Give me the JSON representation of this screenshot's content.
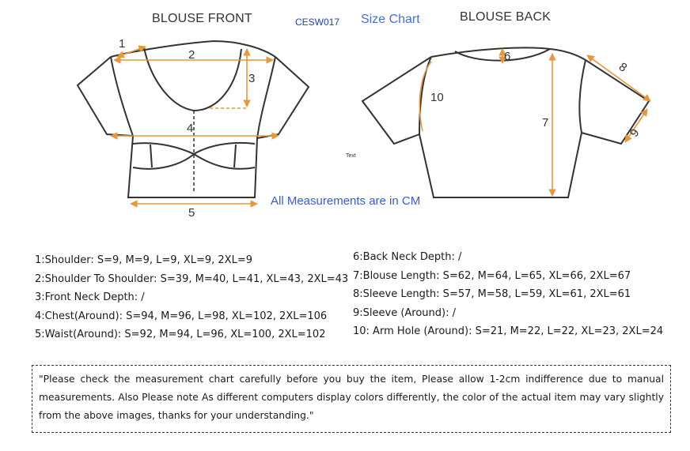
{
  "front_title": "BLOUSE FRONT",
  "back_title": "BLOUSE BACK",
  "product_code": "CESW017",
  "size_chart_label": "Size Chart",
  "units_note": "All Measurements are in CM",
  "tiny_label": "Text",
  "callouts": {
    "front": [
      "1",
      "2",
      "3",
      "4",
      "5"
    ],
    "back": [
      "6",
      "7",
      "8",
      "9",
      "10"
    ]
  },
  "measurements_left": [
    "1:Shoulder: S=9, M=9, L=9, XL=9, 2XL=9",
    "2:Shoulder To Shoulder: S=39, M=40, L=41, XL=43, 2XL=43",
    "3:Front Neck Depth: /",
    "4:Chest(Around): S=94, M=96, L=98, XL=102, 2XL=106",
    "5:Waist(Around): S=92, M=94, L=96, XL=100, 2XL=102"
  ],
  "measurements_right": [
    "6:Back Neck Depth: /",
    "7:Blouse Length: S=62, M=64, L=65, XL=66, 2XL=67",
    "8:Sleeve Length: S=57, M=58, L=59, XL=61, 2XL=61",
    "9:Sleeve (Around): /",
    "10: Arm Hole (Around): S=21, M=22, L=22, XL=23, 2XL=24"
  ],
  "disclaimer": "\"Please check the measurement chart carefully before you buy the item, Please allow 1-2cm indifference due to manual measurements. Also Please note As different computers display colors differently, the color of the actual item may vary slightly from the above images, thanks for your understanding.\"",
  "colors": {
    "arrow": "#e8973b",
    "outline": "#333333",
    "blue_text": "#3a5bd1",
    "code_text": "#1f3fb4"
  }
}
